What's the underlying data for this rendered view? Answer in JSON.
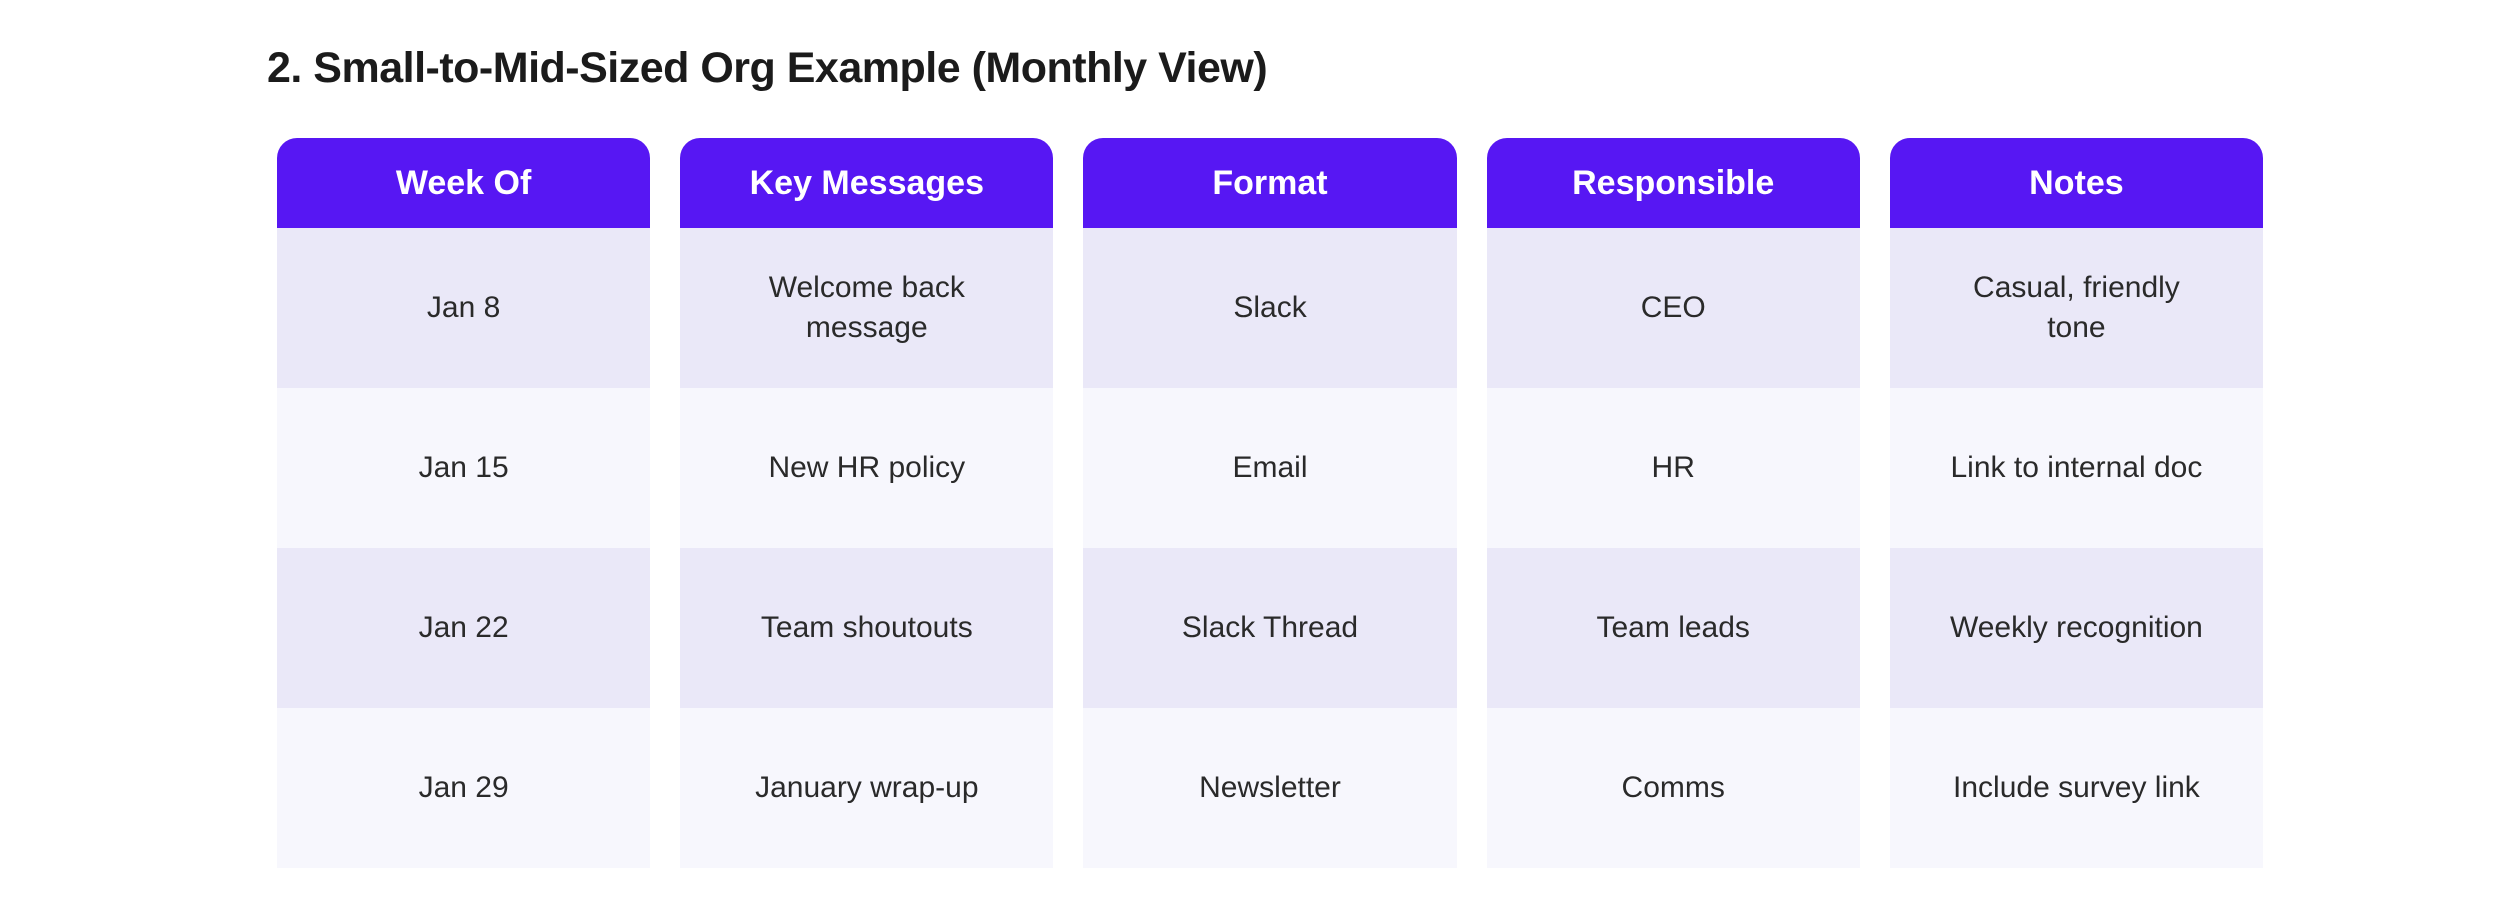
{
  "page": {
    "background": "#ffffff"
  },
  "title": "2. Small-to-Mid-Sized Org Example (Monthly View)",
  "table": {
    "colors": {
      "header_bg": "#5717f3",
      "header_text": "#ffffff",
      "row_odd_bg": "#eae8f8",
      "row_even_bg": "#f7f7fd",
      "cell_text": "#2a2a2a"
    },
    "columns": [
      {
        "header": "Week Of",
        "cells": [
          "Jan 8",
          "Jan 15",
          "Jan 22",
          "Jan 29"
        ]
      },
      {
        "header": "Key Messages",
        "cells": [
          "Welcome back\nmessage",
          "New HR policy",
          "Team shoutouts",
          "January wrap-up"
        ]
      },
      {
        "header": "Format",
        "cells": [
          "Slack",
          "Email",
          "Slack Thread",
          "Newsletter"
        ]
      },
      {
        "header": "Responsible",
        "cells": [
          "CEO",
          "HR",
          "Team leads",
          "Comms"
        ]
      },
      {
        "header": "Notes",
        "cells": [
          "Casual, friendly\ntone",
          "Link to internal doc",
          "Weekly recognition",
          "Include survey link"
        ]
      }
    ]
  }
}
